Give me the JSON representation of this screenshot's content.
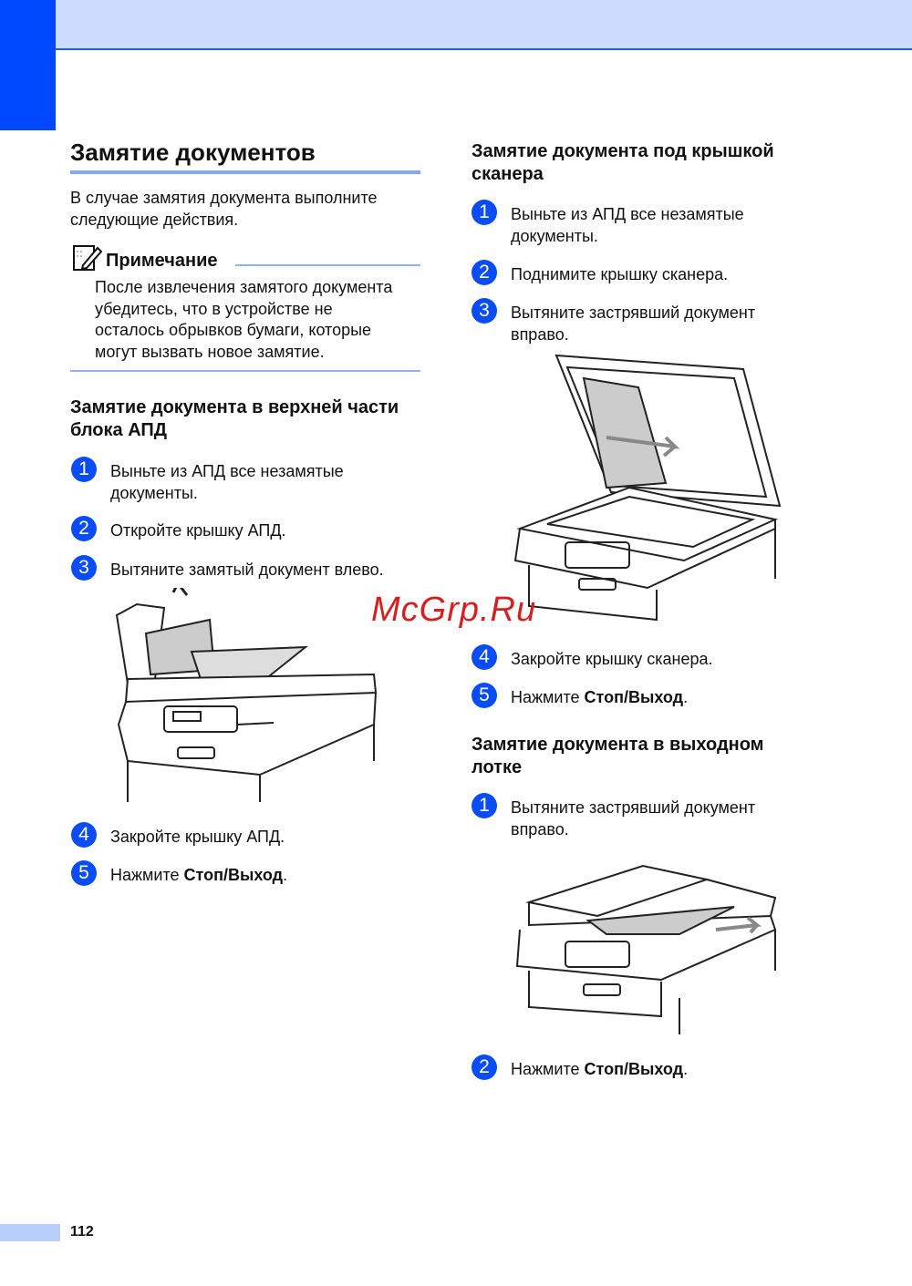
{
  "title": "Замятие документов",
  "intro": [
    "В случае замятия документа выполните",
    "следующие действия."
  ],
  "note": {
    "label": "Примечание",
    "lines": [
      "После извлечения замятого документа",
      "убедитесь, что в устройстве не",
      "осталось обрывков бумаги, которые",
      "могут вызвать новое замятие."
    ]
  },
  "sections": [
    {
      "heading": [
        "Замятие документа в верхней части",
        "блока АПД"
      ],
      "steps": [
        {
          "num": "1",
          "lines": [
            "Выньте из АПД все незамятые",
            "документы."
          ]
        },
        {
          "num": "2",
          "lines": [
            "Откройте крышку АПД."
          ]
        },
        {
          "num": "3",
          "lines": [
            "Вытяните замятый документ влево."
          ]
        },
        {
          "num": "4",
          "lines": [
            "Закройте крышку АПД."
          ]
        },
        {
          "num": "5",
          "prefix": "Нажмите ",
          "bold": "Стоп/Выход",
          "suffix": "."
        }
      ]
    },
    {
      "heading": [
        "Замятие документа под крышкой",
        "сканера"
      ],
      "steps": [
        {
          "num": "1",
          "lines": [
            "Выньте из АПД все незамятые",
            "документы."
          ]
        },
        {
          "num": "2",
          "lines": [
            "Поднимите крышку сканера."
          ]
        },
        {
          "num": "3",
          "lines": [
            "Вытяните застрявший документ",
            "вправо."
          ]
        },
        {
          "num": "4",
          "lines": [
            "Закройте крышку сканера."
          ]
        },
        {
          "num": "5",
          "prefix": "Нажмите ",
          "bold": "Стоп/Выход",
          "suffix": "."
        }
      ]
    },
    {
      "heading": [
        "Замятие документа в выходном",
        "лотке"
      ],
      "steps": [
        {
          "num": "1",
          "lines": [
            "Вытяните застрявший документ",
            "вправо."
          ]
        },
        {
          "num": "2",
          "prefix": "Нажмите ",
          "bold": "Стоп/Выход",
          "suffix": "."
        }
      ]
    }
  ],
  "watermark": "McGrp.Ru",
  "page_number": "112",
  "colors": {
    "accent": "#0048ff",
    "band": "#ccdcfc",
    "rule": "#7fa8f8",
    "watermark": "#d42020"
  }
}
